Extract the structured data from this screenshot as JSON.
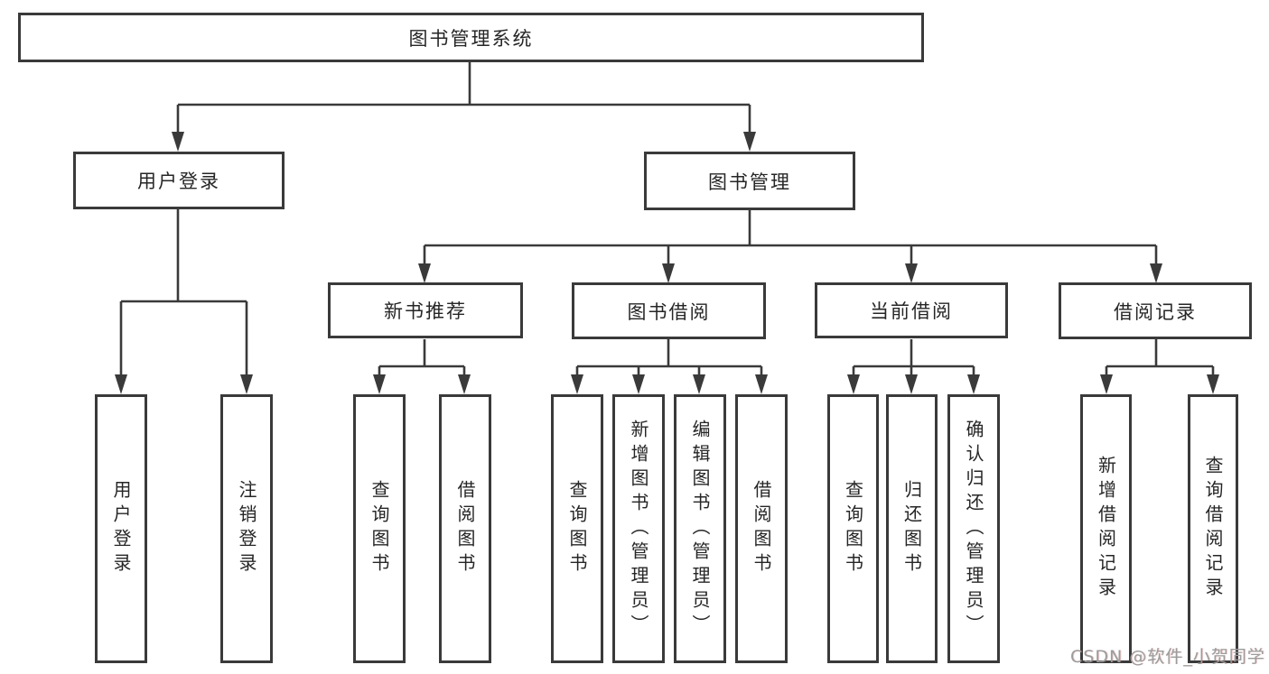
{
  "colors": {
    "line": "#3a3a3a",
    "text": "#262626",
    "watermark": "#9c9c9c",
    "bg": "#ffffff"
  },
  "watermark": "CSDN @软件_小贺同学",
  "tree": {
    "label": "图书管理系统",
    "children": [
      {
        "label": "用户登录",
        "children": [
          {
            "label": "用户登录"
          },
          {
            "label": "注销登录"
          }
        ]
      },
      {
        "label": "图书管理",
        "children": [
          {
            "label": "新书推荐",
            "children": [
              {
                "label": "查询图书"
              },
              {
                "label": "借阅图书"
              }
            ]
          },
          {
            "label": "图书借阅",
            "children": [
              {
                "label": "查询图书"
              },
              {
                "label": "新增图书（管理员）"
              },
              {
                "label": "编辑图书（管理员）"
              },
              {
                "label": "借阅图书"
              }
            ]
          },
          {
            "label": "当前借阅",
            "children": [
              {
                "label": "查询图书"
              },
              {
                "label": "归还图书"
              },
              {
                "label": "确认归还（管理员）"
              }
            ]
          },
          {
            "label": "借阅记录",
            "children": [
              {
                "label": "新增借阅记录"
              },
              {
                "label": "查询借阅记录"
              }
            ]
          }
        ]
      }
    ]
  }
}
